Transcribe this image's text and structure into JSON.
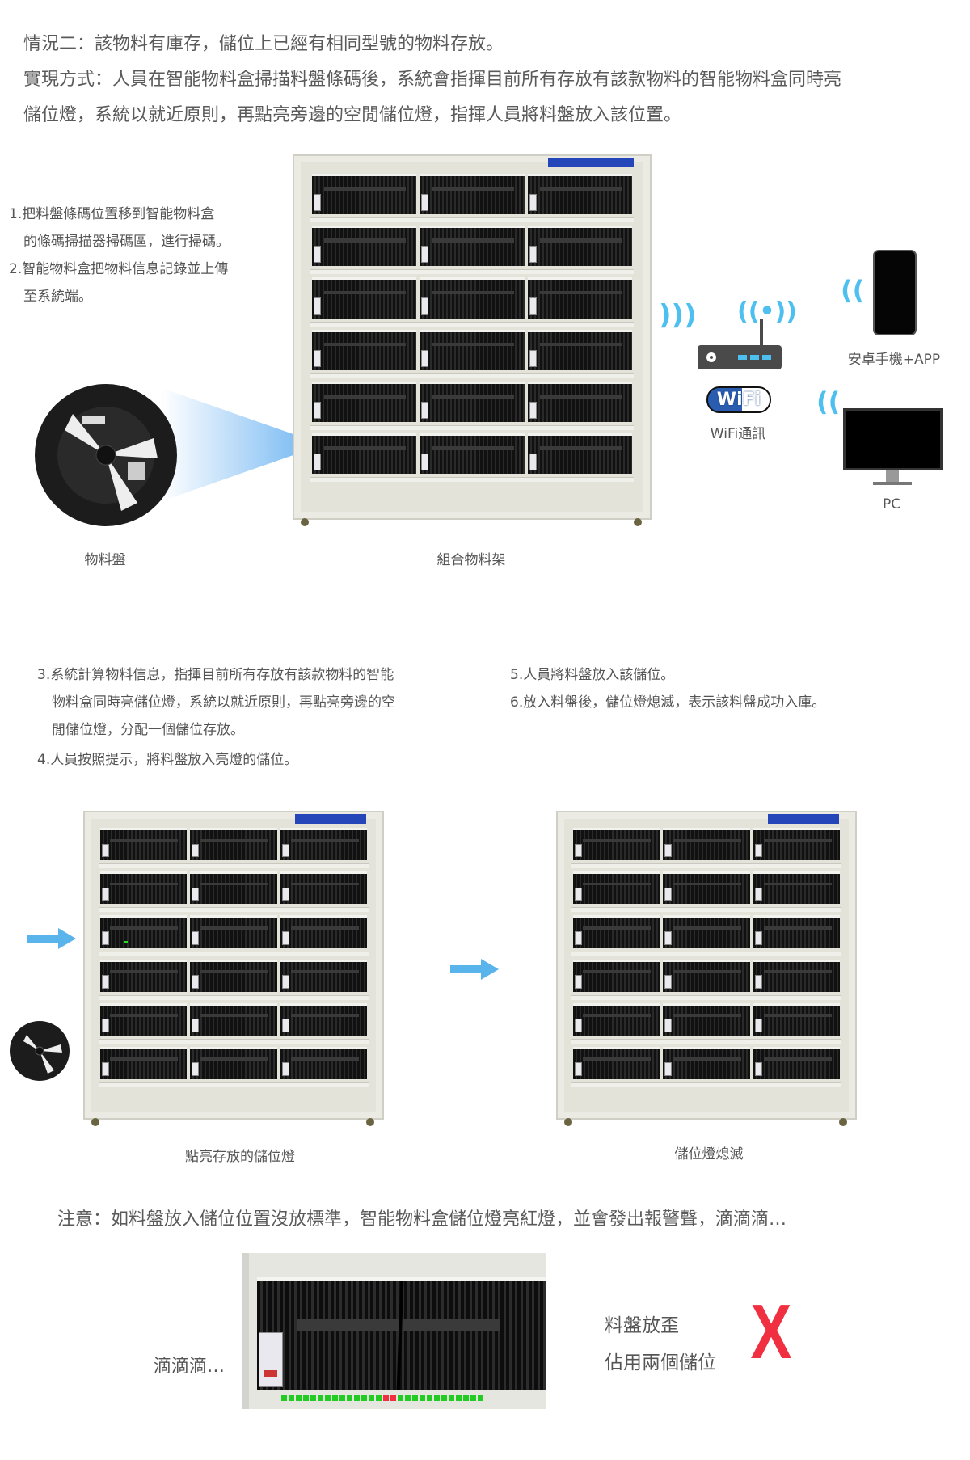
{
  "intro": {
    "line1": "情況二：該物料有庫存，儲位上已經有相同型號的物料存放。",
    "line2": "實現方式：人員在智能物料盒掃描料盤條碼後，系統會指揮目前所有存放有該款物料的智能物料盒同時亮",
    "line3": "儲位燈，系統以就近原則，再點亮旁邊的空閒儲位燈，指揮人員將料盤放入該位置。"
  },
  "steps_top": [
    "1.把料盤條碼位置移到智能物料盒",
    "的條碼掃描器掃碼區，進行掃碼。",
    "2.智能物料盒把物料信息記錄並上傳",
    "至系統端。"
  ],
  "labels": {
    "reel": "物料盤",
    "rack": "組合物料架",
    "wifi_logo": "WiFi",
    "wifi": "WiFi通訊",
    "phone": "安卓手機+APP",
    "pc": "PC",
    "lit": "點亮存放的儲位燈",
    "off": "儲位燈熄滅"
  },
  "steps_mid_left": [
    "3.系統計算物料信息，指揮目前所有存放有該款物料的智能",
    "物料盒同時亮儲位燈，系統以就近原則，再點亮旁邊的空",
    "閒儲位燈，分配一個儲位存放。",
    "4.人員按照提示，將料盤放入亮燈的儲位。"
  ],
  "steps_mid_right": [
    "5.人員將料盤放入該儲位。",
    "6.放入料盤後，儲位燈熄滅，表示該料盤成功入庫。"
  ],
  "note": "注意：如料盤放入儲位位置沒放標準，智能物料盒儲位燈亮紅燈，並會發出報警聲，滴滴滴…",
  "closeup": {
    "sound": "滴滴滴…",
    "issue1": "料盤放歪",
    "issue2": "佔用兩個儲位",
    "mark": "X"
  },
  "colors": {
    "accent_blue": "#4ec0f0",
    "error_red": "#f03040",
    "led_green": "#22cc22"
  }
}
